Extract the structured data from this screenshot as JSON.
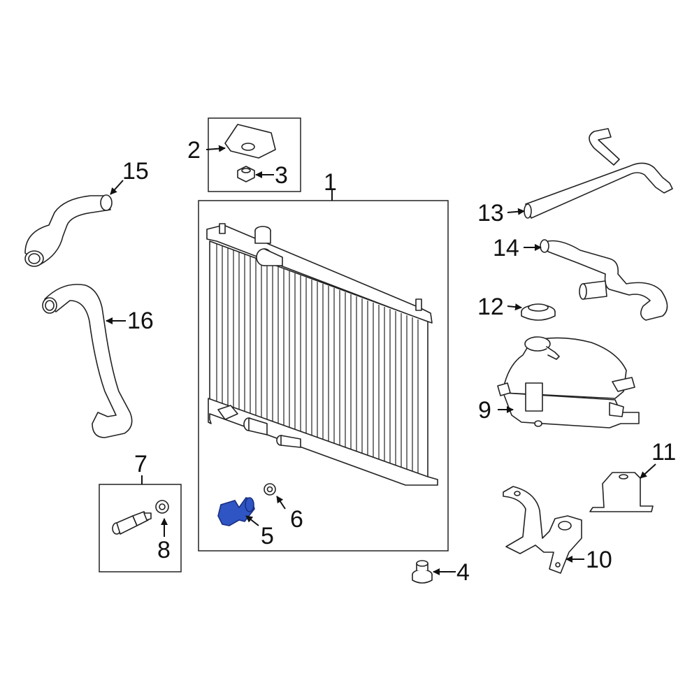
{
  "callouts": {
    "n1": "1",
    "n2": "2",
    "n3": "3",
    "n4": "4",
    "n5": "5",
    "n6": "6",
    "n7": "7",
    "n8": "8",
    "n9": "9",
    "n10": "10",
    "n11": "11",
    "n12": "12",
    "n13": "13",
    "n14": "14",
    "n15": "15",
    "n16": "16"
  },
  "highlight_color": "#2f55c4"
}
